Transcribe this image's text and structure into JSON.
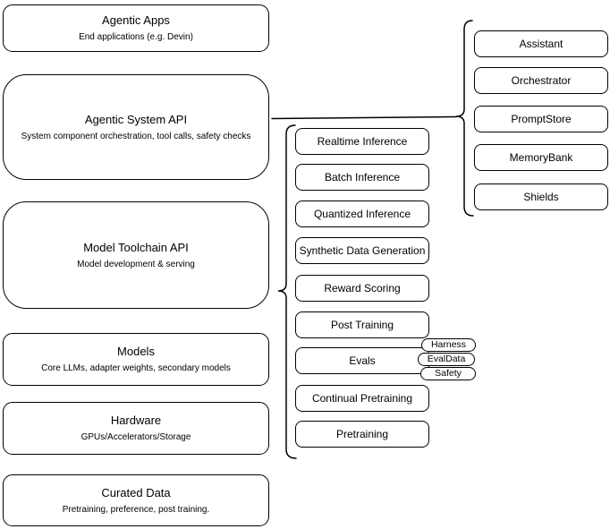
{
  "colors": {
    "background": "#ffffff",
    "stroke": "#000000",
    "text": "#000000"
  },
  "left_stack": [
    {
      "title": "Agentic Apps",
      "subtitle": "End applications (e.g. Devin)"
    },
    {
      "title": "Agentic System API",
      "subtitle": "System component orchestration, tool calls, safety checks"
    },
    {
      "title": "Model Toolchain API",
      "subtitle": "Model development & serving"
    },
    {
      "title": "Models",
      "subtitle": "Core LLMs, adapter weights, secondary models"
    },
    {
      "title": "Hardware",
      "subtitle": "GPUs/Accelerators/Storage"
    },
    {
      "title": "Curated Data",
      "subtitle": "Pretraining, preference, post training."
    }
  ],
  "toolchain_items": [
    "Realtime Inference",
    "Batch Inference",
    "Quantized Inference",
    "Synthetic Data Generation",
    "Reward Scoring",
    "Post Training",
    "Evals",
    "Continual Pretraining",
    "Pretraining"
  ],
  "eval_pills": [
    "Harness",
    "EvalData",
    "Safety"
  ],
  "system_components": [
    "Assistant",
    "Orchestrator",
    "PromptStore",
    "MemoryBank",
    "Shields"
  ]
}
